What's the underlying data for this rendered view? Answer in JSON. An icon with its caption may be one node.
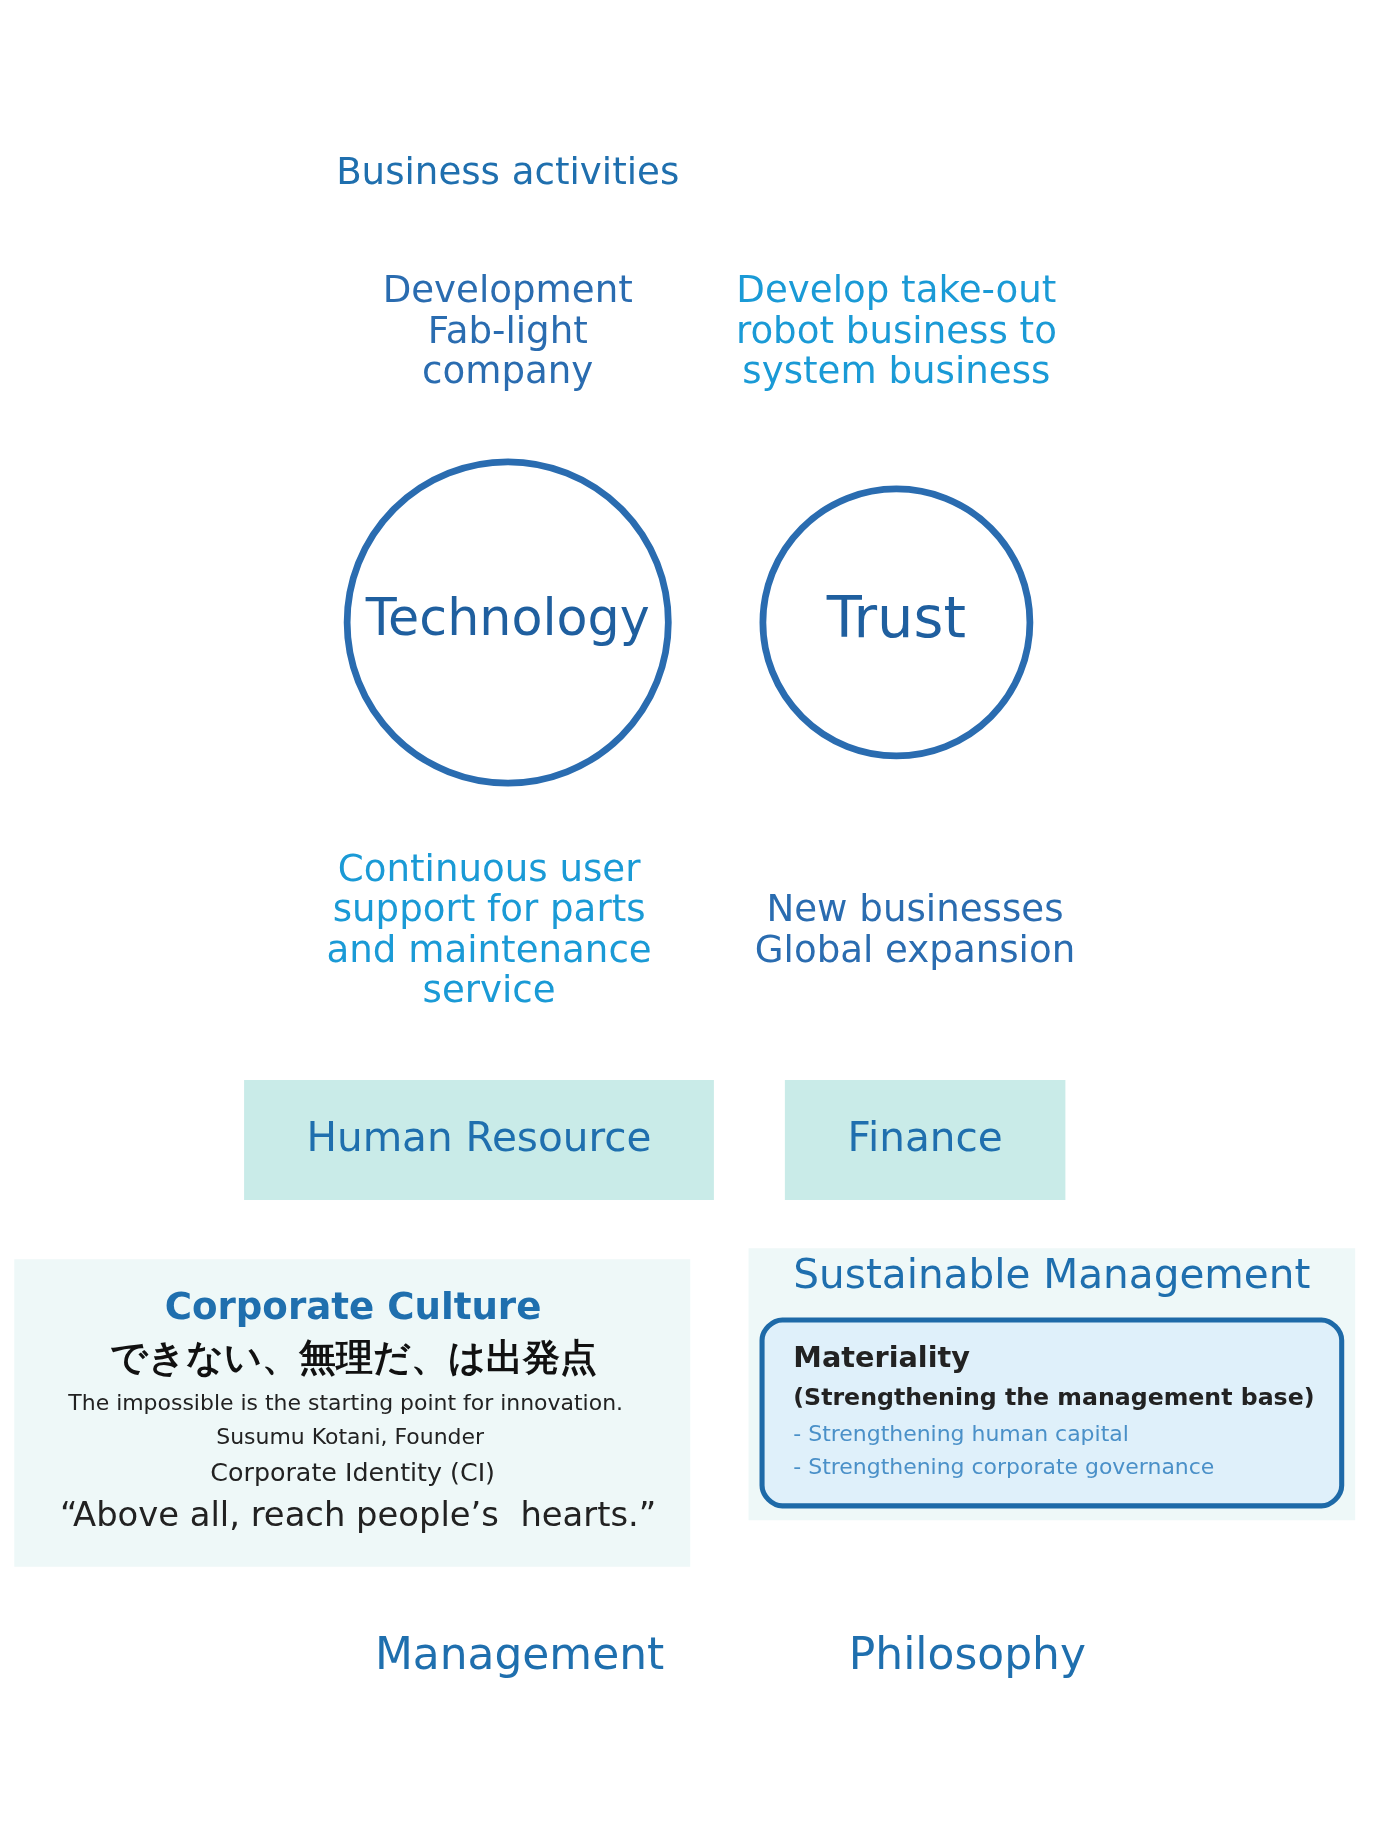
{
  "diagram": {
    "nodes": [
      {
        "text": [
          "Technology"
        ]
      },
      {
        "text": [
          "Trust"
        ]
      },
      {
        "text": [
          "Development Fab-light company"
        ]
      },
      {
        "text": [
          "Develop take-out robot business to system business"
        ]
      },
      {
        "text": [
          "Continuous user support for parts and maintenance service"
        ]
      },
      {
        "text": [
          "New businesses Global expansion"
        ]
      },
      {
        "text": [
          "Human Resource"
        ]
      },
      {
        "text": [
          "Finance"
        ]
      },
      {
        "text": [
          "Corporate Culture",
          "できない、無理だ、は出発点",
          "The impossible is the starting point for innovation.",
          "Susumu Kotani, Founder",
          "Corporate Identity (CI)",
          "“Above all, reach people’s  hearts.”"
        ]
      },
      {
        "text": [
          "Sustainable Management"
        ]
      },
      {
        "text": [
          "Materiality",
          "(Strengthening the management base)",
          "- Strengthening human capital",
          "- Strengthening corporate governance"
        ],
        "in": 9
      }
    ],
    "labels": [
      "Business activities",
      "Management",
      "Philosophy"
    ]
  }
}
